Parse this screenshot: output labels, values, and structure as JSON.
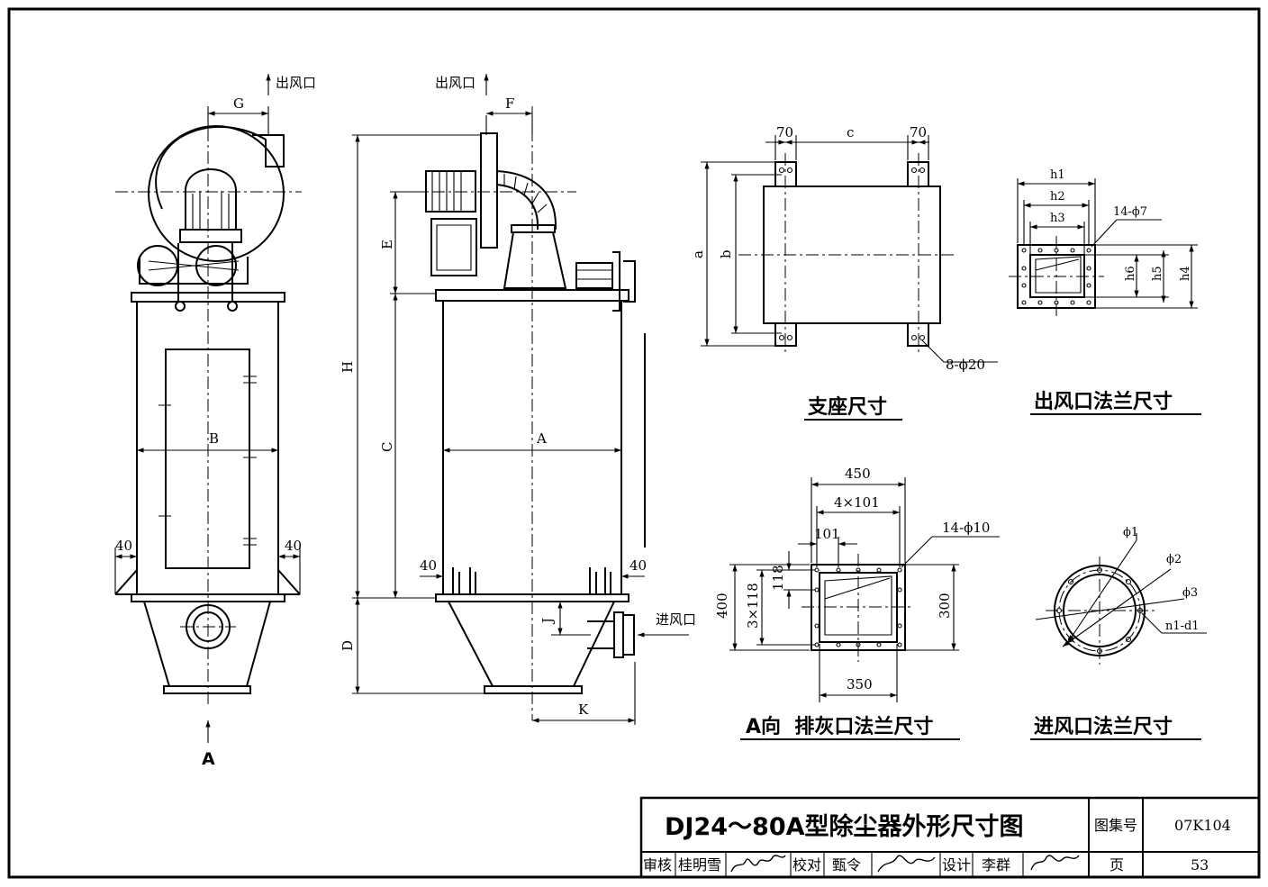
{
  "views": {
    "front": {
      "outlet_label": "出风口",
      "dim_G": "G",
      "dim_B": "B",
      "dim_40_left": "40",
      "dim_40_right": "40",
      "view_marker": "A"
    },
    "side": {
      "outlet_label": "出风口",
      "inlet_label": "进风口",
      "dim_F": "F",
      "dim_E": "E",
      "dim_H": "H",
      "dim_C": "C",
      "dim_D": "D",
      "dim_A": "A",
      "dim_J": "J",
      "dim_K": "K",
      "dim_40_left": "40",
      "dim_40_right": "40"
    }
  },
  "support": {
    "caption": "支座尺寸",
    "dim_70_left": "70",
    "dim_c": "c",
    "dim_70_right": "70",
    "dim_a": "a",
    "dim_b": "b",
    "holes": "8-ϕ20"
  },
  "outlet_flange": {
    "caption": "出风口法兰尺寸",
    "h1": "h1",
    "h2": "h2",
    "h3": "h3",
    "h4": "h4",
    "h5": "h5",
    "h6": "h6",
    "holes": "14-ϕ7"
  },
  "ash_flange": {
    "caption": "A向  排灰口法兰尺寸",
    "dim_450": "450",
    "dim_4x101": "4×101",
    "dim_101": "101",
    "holes": "14-ϕ10",
    "dim_118": "118",
    "dim_3x118": "3×118",
    "dim_400": "400",
    "dim_300": "300",
    "dim_350": "350"
  },
  "inlet_flange": {
    "caption": "进风口法兰尺寸",
    "phi1": "ϕ1",
    "phi2": "ϕ2",
    "phi3": "ϕ3",
    "holes": "n1-d1"
  },
  "title_block": {
    "title": "DJ24～80A型除尘器外形尺寸图",
    "atlas_label": "图集号",
    "atlas_no": "07K104",
    "review_label": "审核",
    "reviewer": "桂明雪",
    "check_label": "校对",
    "checker": "甄令",
    "design_label": "设计",
    "designer": "李群",
    "page_label": "页",
    "page_no": "53"
  }
}
